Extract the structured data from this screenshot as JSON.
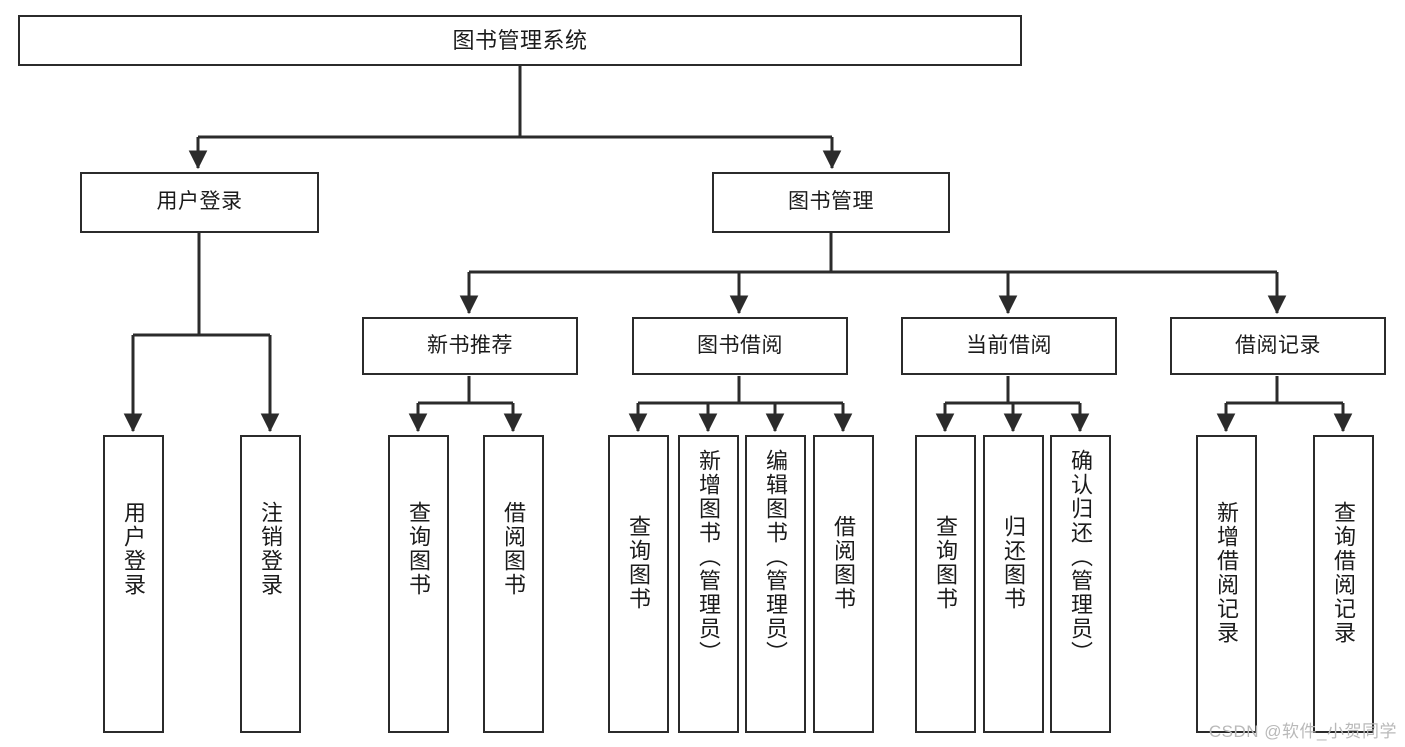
{
  "diagram": {
    "title": "图书管理系统",
    "type": "tree",
    "stroke_color": "#2b2b2b",
    "fill_color": "#ffffff",
    "text_color": "#1b1b1b",
    "nodes": {
      "root": {
        "label": "图书管理系统"
      },
      "level2": [
        {
          "id": "user-login",
          "label": "用户登录"
        },
        {
          "id": "book-manage",
          "label": "图书管理"
        }
      ],
      "level3": [
        {
          "id": "new-book-recommend",
          "label": "新书推荐"
        },
        {
          "id": "book-borrow",
          "label": "图书借阅"
        },
        {
          "id": "current-borrow",
          "label": "当前借阅"
        },
        {
          "id": "borrow-record",
          "label": "借阅记录"
        }
      ],
      "leaves": [
        {
          "id": "leaf-user-login",
          "label": "用户登录",
          "parent": "user-login"
        },
        {
          "id": "leaf-logout-login",
          "label": "注销登录",
          "parent": "user-login"
        },
        {
          "id": "leaf-query-book-1",
          "label": "查询图书",
          "parent": "new-book-recommend"
        },
        {
          "id": "leaf-borrow-book-1",
          "label": "借阅图书",
          "parent": "new-book-recommend"
        },
        {
          "id": "leaf-query-book-2",
          "label": "查询图书",
          "parent": "book-borrow"
        },
        {
          "id": "leaf-add-book",
          "label": "新增图书（管理员）",
          "parent": "book-borrow"
        },
        {
          "id": "leaf-edit-book",
          "label": "编辑图书（管理员）",
          "parent": "book-borrow"
        },
        {
          "id": "leaf-borrow-book-2",
          "label": "借阅图书",
          "parent": "book-borrow"
        },
        {
          "id": "leaf-query-book-3",
          "label": "查询图书",
          "parent": "current-borrow"
        },
        {
          "id": "leaf-return-book",
          "label": "归还图书",
          "parent": "current-borrow"
        },
        {
          "id": "leaf-confirm-return",
          "label": "确认归还（管理员）",
          "parent": "current-borrow"
        },
        {
          "id": "leaf-add-record",
          "label": "新增借阅记录",
          "parent": "borrow-record"
        },
        {
          "id": "leaf-query-record",
          "label": "查询借阅记录",
          "parent": "borrow-record"
        }
      ]
    }
  },
  "watermark": {
    "text": "CSDN @软件_小贺同学"
  }
}
